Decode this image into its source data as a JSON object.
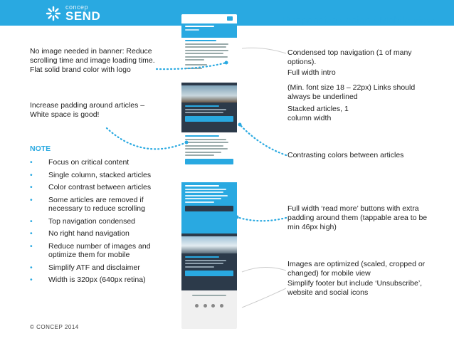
{
  "header": {
    "logo_small": "concep",
    "logo_big": "SEND",
    "title": "Responsive design / Mobile view"
  },
  "left_notes": [
    "No image needed in banner: Reduce scrolling time and image loading time. Flat solid brand color with logo",
    "Increase padding around articles – White space is good!"
  ],
  "notes": {
    "title": "NOTE",
    "items": [
      "Focus on critical content",
      "Single column, stacked articles",
      "Color contrast between articles",
      "Some articles are removed if necessary to reduce scrolling",
      "Top navigation condensed",
      "No right hand navigation",
      "Reduce number of images and optimize them for mobile",
      "Simplify ATF and disclaimer",
      "Width is 320px (640px retina)"
    ]
  },
  "right_notes": {
    "nav": "Condensed top navigation (1 of many options).",
    "intro": "Full width intro",
    "font": "(Min. font size 18 – 22px) Links should always be underlined",
    "stacked": "Stacked articles, 1 column width",
    "contrast": "Contrasting colors between articles",
    "buttons": "Full width ‘read more’ buttons with extra padding around them (tappable area to be min 46px high)",
    "images": "Images are optimized  (scaled, cropped or changed) for mobile view",
    "footer": "Simplify footer but include ‘Unsubscribe’, website and social icons"
  },
  "footer": {
    "copyright": "© CONCEP 2014"
  },
  "colors": {
    "brand": "#29a9e1",
    "dark_article": "#2c3a4a"
  }
}
